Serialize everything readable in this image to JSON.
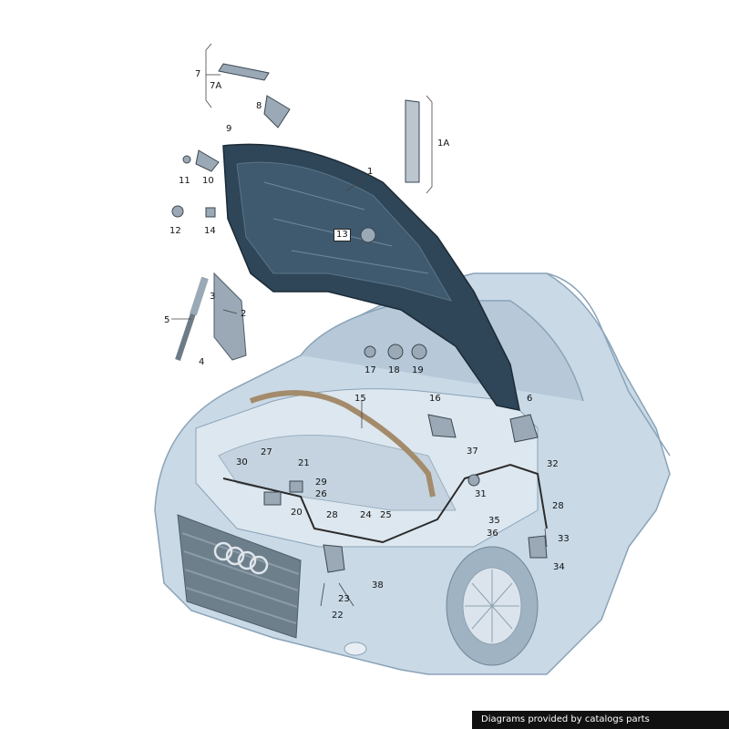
{
  "labels": {
    "p1": "1",
    "p1A": "1A",
    "p2": "2",
    "p3": "3",
    "p4": "4",
    "p5": "5",
    "p6": "6",
    "p7": "7",
    "p7A": "7A",
    "p8": "8",
    "p9": "9",
    "p10": "10",
    "p11": "11",
    "p12": "12",
    "p13": "13",
    "p14": "14",
    "p15": "15",
    "p16": "16",
    "p17": "17",
    "p18": "18",
    "p19": "19",
    "p20": "20",
    "p21": "21",
    "p22": "22",
    "p23": "23",
    "p24": "24",
    "p25": "25",
    "p26": "26",
    "p27": "27",
    "p28a": "28",
    "p28b": "28",
    "p29": "29",
    "p30": "30",
    "p31": "31",
    "p32": "32",
    "p33": "33",
    "p34": "34",
    "p35": "35",
    "p36": "36",
    "p37": "37",
    "p38": "38"
  },
  "footer": "Diagrams provided by catalogs parts",
  "colors": {
    "body_fill": "#c9d9e6",
    "body_stroke": "#8aa3b8",
    "hood_fill": "#2f4658",
    "part_fill": "#9aa9b5",
    "line": "#333333"
  }
}
